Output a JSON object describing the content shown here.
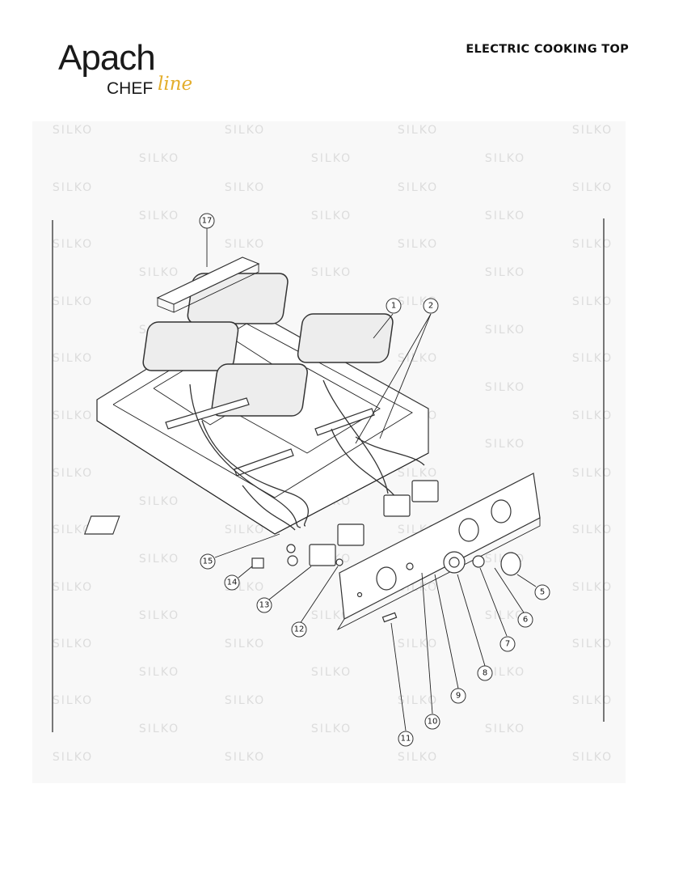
{
  "header": {
    "brand": "Apach",
    "sub_brand": "CHEF",
    "sub_brand_script": "line",
    "document_title": "ELECTRIC COOKING TOP",
    "brand_accent_color": "#e3ad2b"
  },
  "diagram": {
    "watermark": "SILKO",
    "callouts": [
      "17",
      "1",
      "2",
      "15",
      "14",
      "13",
      "12",
      "11",
      "10",
      "9",
      "8",
      "7",
      "6",
      "5"
    ]
  }
}
